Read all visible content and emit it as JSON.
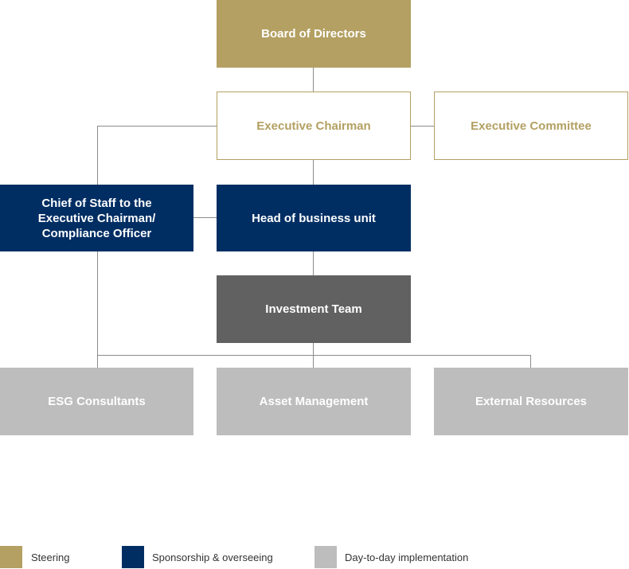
{
  "nodes": {
    "board": "Board of Directors",
    "chairman": "Executive Chairman",
    "committee": "Executive Committee",
    "chief_of_staff": "Chief of Staff to the\nExecutive Chairman/\nCompliance Officer",
    "head_bu": "Head of business unit",
    "investment_team": "Investment Team",
    "esg": "ESG Consultants",
    "asset_mgmt": "Asset Management",
    "external": "External Resources"
  },
  "legend": [
    {
      "label": "Steering",
      "color": "#b3a062"
    },
    {
      "label": "Sponsorship & overseeing",
      "color": "#002e63"
    },
    {
      "label": "Day-to-day implementation",
      "color": "#bdbdbd"
    }
  ],
  "colors": {
    "gold": "#b3a062",
    "navy": "#002e63",
    "investment": "#616161",
    "light_grey": "#bdbdbd",
    "connector": "#8c8c8c"
  }
}
